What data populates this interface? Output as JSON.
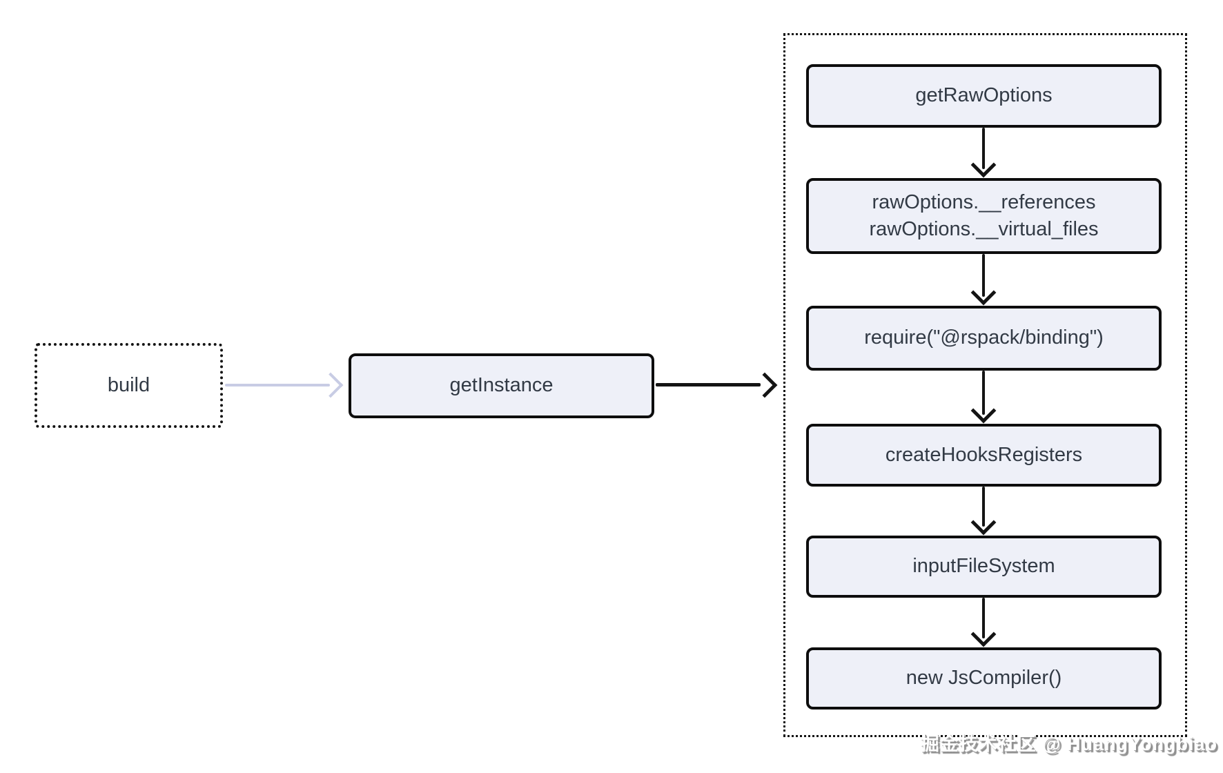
{
  "diagram": {
    "nodes": {
      "build": "build",
      "get_instance": "getInstance"
    },
    "chain": [
      {
        "label": "getRawOptions"
      },
      {
        "label": "rawOptions.__references\nrawOptions.__virtual_files"
      },
      {
        "label": "require(\"@rspack/binding\")"
      },
      {
        "label": "createHooksRegisters"
      },
      {
        "label": "inputFileSystem"
      },
      {
        "label": "new JsCompiler()"
      }
    ],
    "colors": {
      "node_fill": "#eef0f8",
      "node_border": "#0d0d0d",
      "node_text": "#323a45",
      "edge_black": "#141414",
      "edge_muted": "#c8cce4"
    }
  },
  "watermark": {
    "text": "掘金技术社区 @ HuangYongbiao"
  }
}
